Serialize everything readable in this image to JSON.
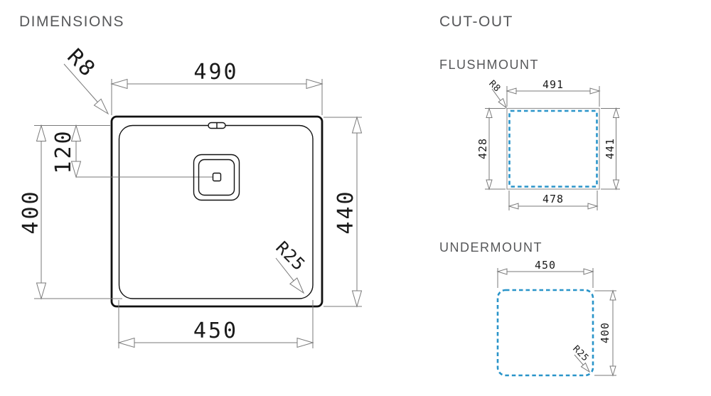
{
  "colors": {
    "blue_dashed": "#2994C9",
    "line_black": "#111111",
    "dim_gray": "#7A7A7A",
    "title_gray": "#57585A"
  },
  "left": {
    "title": "DIMENSIONS",
    "sink": {
      "width_top": "490",
      "drain_center_offset": "120",
      "bowl_height": "400",
      "outer_height": "440",
      "bowl_width": "450",
      "outer_corner_radius": "R8",
      "bowl_corner_radius": "R25"
    }
  },
  "right": {
    "title": "CUT-OUT",
    "flushmount": {
      "label": "FLUSHMOUNT",
      "width_top": "491",
      "height_left": "428",
      "height_right": "441",
      "width_bottom": "478",
      "corner_radius": "R8"
    },
    "undermount": {
      "label": "UNDERMOUNT",
      "width_top": "450",
      "height_right": "400",
      "corner_radius": "R25"
    }
  }
}
